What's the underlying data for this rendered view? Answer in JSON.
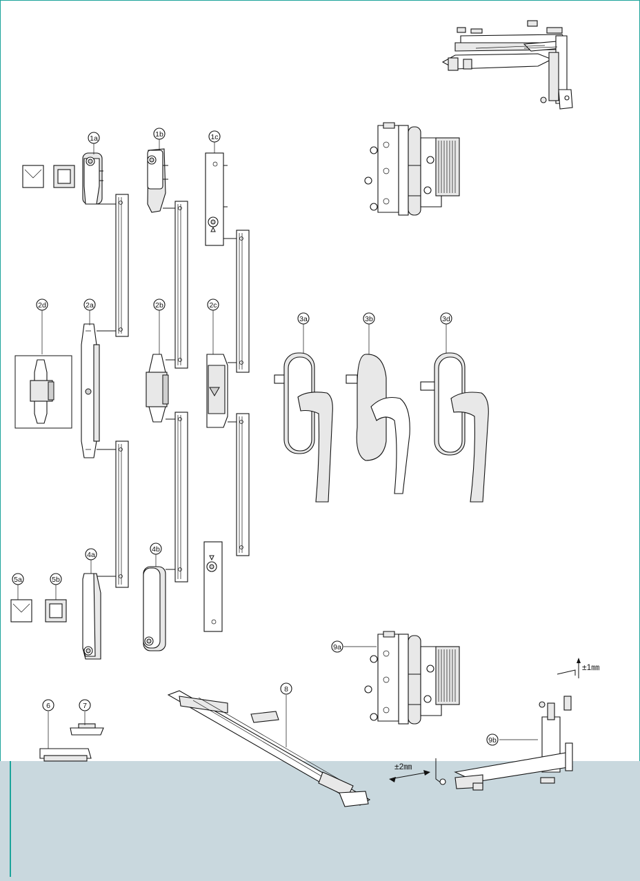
{
  "colors": {
    "frame": "#1aa39a",
    "band": "#c9d8de",
    "ink": "#111111",
    "highlight": "#2a6fd6"
  },
  "labels": {
    "l1a": "1a",
    "l1b": "1b",
    "l1c": "1c",
    "l2a": "2a",
    "l2b": "2b",
    "l2c": "2c",
    "l2d": "2d",
    "l3a": "3a",
    "l3b": "3b",
    "l3d": "3d",
    "l4a": "4a",
    "l4b": "4b",
    "l5a": "5a",
    "l5b": "5b",
    "l6": "6",
    "l7": "7",
    "l8": "8",
    "l9a": "9a",
    "l9b": "9b"
  },
  "dimensions": {
    "vertical_adjust": "±1㎜",
    "horizontal_adjust": "±2㎜"
  }
}
